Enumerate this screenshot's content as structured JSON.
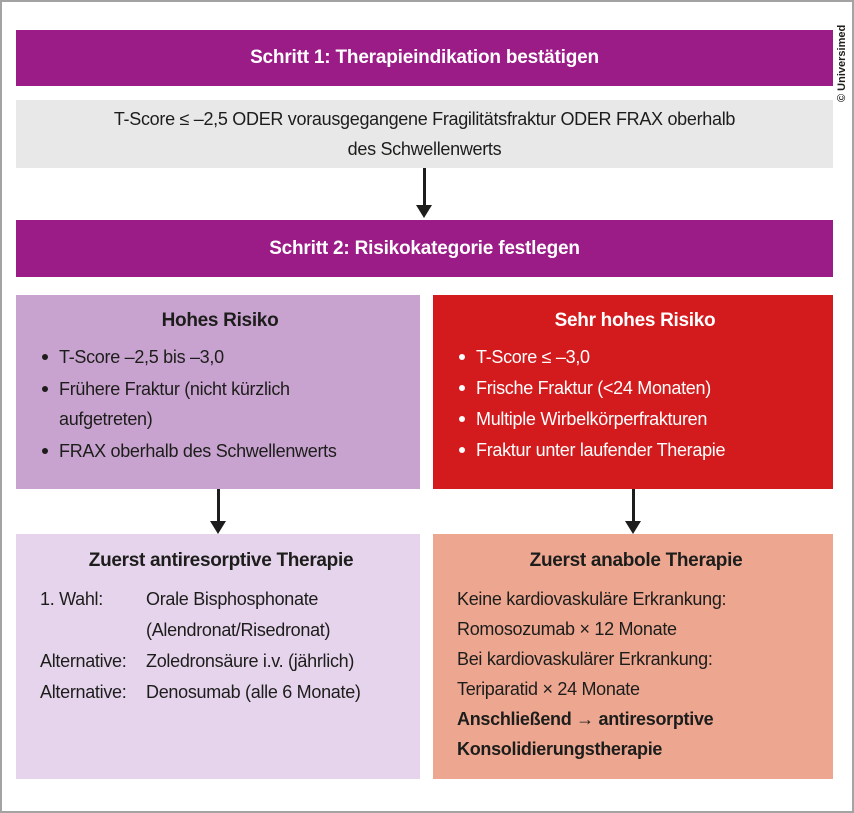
{
  "credit": "© Universimed",
  "colors": {
    "step_bar": "#9b1c87",
    "criteria_bg": "#e9e8e8",
    "high_risk_bg": "#c9a3d0",
    "very_high_risk_bg": "#d31b1d",
    "antiresorptive_bg": "#e5d4ec",
    "anabolic_bg": "#eda791",
    "text": "#1d1d1b",
    "white": "#ffffff"
  },
  "step1": {
    "title": "Schritt 1: Therapieindikation bestätigen"
  },
  "criteria": {
    "text": "T-Score ≤ –2,5 ODER vorausgegangene Fragilitätsfraktur ODER FRAX oberhalb\ndes Schwellenwerts"
  },
  "step2": {
    "title": "Schritt 2: Risikokategorie festlegen"
  },
  "high_risk": {
    "title": "Hohes Risiko",
    "bullets": [
      "T-Score –2,5 bis –3,0",
      "Frühere Fraktur (nicht kürzlich\naufgetreten)",
      "FRAX oberhalb des Schwellenwerts"
    ]
  },
  "very_high_risk": {
    "title": "Sehr hohes Risiko",
    "bullets": [
      "T-Score ≤ –3,0",
      "Frische Fraktur (<24 Monaten)",
      "Multiple Wirbelkörperfrakturen",
      "Fraktur unter laufender Therapie"
    ]
  },
  "antiresorptive": {
    "title": "Zuerst antiresorptive Therapie",
    "rows": [
      {
        "label": "1. Wahl:",
        "value": "Orale Bisphosphonate\n(Alendronat/Risedronat)"
      },
      {
        "label": "Alternative:",
        "value": "Zoledronsäure i.v. (jährlich)"
      },
      {
        "label": "Alternative:",
        "value": "Denosumab (alle 6 Monate)"
      }
    ]
  },
  "anabolic": {
    "title": "Zuerst anabole Therapie",
    "lines": [
      "Keine kardiovaskuläre Erkrankung:",
      "Romosozumab × 12 Monate",
      "Bei kardiovaskulärer Erkrankung:",
      "Teriparatid × 24 Monate"
    ],
    "bold_line": "Anschließend → antiresorptive\nKonsolidierungstherapie"
  }
}
